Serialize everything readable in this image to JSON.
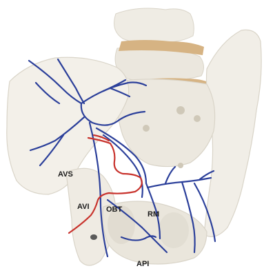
{
  "labels": {
    "avs": "AVS",
    "avi": "AVI",
    "obt": "OBT",
    "rm": "RM",
    "api": "API"
  },
  "colors": {
    "background": "#ffffff",
    "bone": "#efece4",
    "bone_shadow": "#d9d4c8",
    "disc": "#d6b383",
    "vessel_blue": "#2b3f9a",
    "vessel_red": "#c8322c",
    "label_text": "#1a1a1a"
  }
}
